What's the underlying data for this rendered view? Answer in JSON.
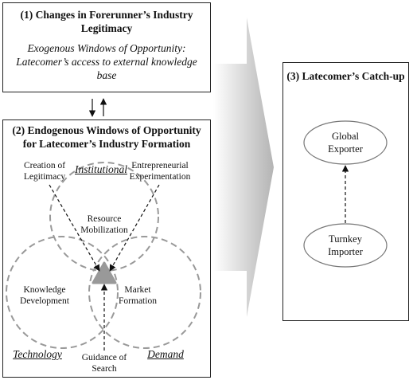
{
  "box1": {
    "title_line1": "(1) Changes in Forerunner’s Industry",
    "title_line2": "Legitimacy",
    "text_line1": "Exogenous Windows of Opportunity:",
    "text_line2": "Latecomer’s access to external knowledge",
    "text_line3": "base"
  },
  "box2": {
    "title_line1": "(2) Endogenous Windows of Opportunity",
    "title_line2": "for Latecomer’s Industry Formation",
    "creation_line1": "Creation of",
    "creation_line2": "Legitimacy",
    "institutional": "Institutional",
    "entre_line1": "Entrepreneurial",
    "entre_line2": "Experimentation",
    "resource_line1": "Resource",
    "resource_line2": "Mobilization",
    "knowledge_line1": "Knowledge",
    "knowledge_line2": "Development",
    "market_line1": "Market",
    "market_line2": "Formation",
    "technology": "Technology",
    "demand": "Demand",
    "guidance_line1": "Guidance of",
    "guidance_line2": "Search"
  },
  "box3": {
    "title": "(3) Latecomer’s Catch-up",
    "global_line1": "Global",
    "global_line2": "Exporter",
    "turnkey_line1": "Turnkey",
    "turnkey_line2": "Importer"
  }
}
